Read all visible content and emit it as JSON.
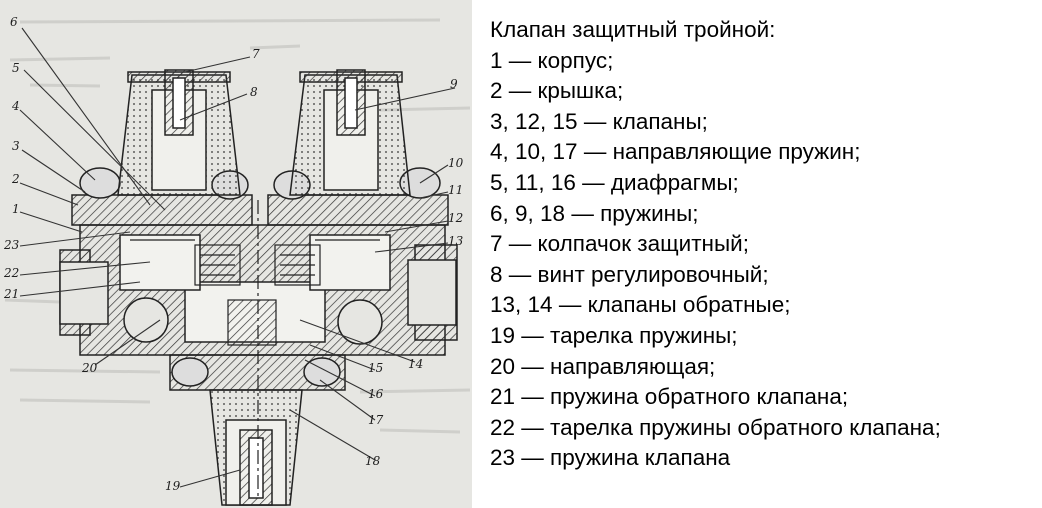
{
  "legend": {
    "title": "Клапан защитный тройной:",
    "items": [
      {
        "num": "1",
        "text": "— корпус;"
      },
      {
        "num": "2",
        "text": "— крышка;"
      },
      {
        "num": "3, 12, 15",
        "text": "— клапаны;"
      },
      {
        "num": "4, 10, 17",
        "text": "— направляющие пружин;"
      },
      {
        "num": "5, 11, 16",
        "text": "— диафрагмы;"
      },
      {
        "num": "6, 9, 18",
        "text": "— пружины;"
      },
      {
        "num": "7",
        "text": "— колпачок защитный;"
      },
      {
        "num": "8",
        "text": "— винт регулировочный;"
      },
      {
        "num": "13, 14",
        "text": "— клапаны обратные;"
      },
      {
        "num": "19",
        "text": "— тарелка пружины;"
      },
      {
        "num": "20",
        "text": "— направляющая;"
      },
      {
        "num": "21",
        "text": "— пружина обратного клапана;"
      },
      {
        "num": "22",
        "text": "— тарелка пружины обратного клапана;"
      },
      {
        "num": "23",
        "text": "— пружина клапана"
      }
    ]
  },
  "drawing": {
    "callouts": {
      "c1": "1",
      "c2": "2",
      "c3": "3",
      "c4": "4",
      "c5": "5",
      "c6": "6",
      "c7": "7",
      "c8": "8",
      "c9": "9",
      "c10": "10",
      "c11": "11",
      "c12": "12",
      "c13": "13",
      "c14": "14",
      "c15": "15",
      "c16": "16",
      "c17": "17",
      "c18": "18",
      "c19": "19",
      "c20": "20",
      "c21": "21",
      "c22": "22",
      "c23": "23"
    }
  }
}
